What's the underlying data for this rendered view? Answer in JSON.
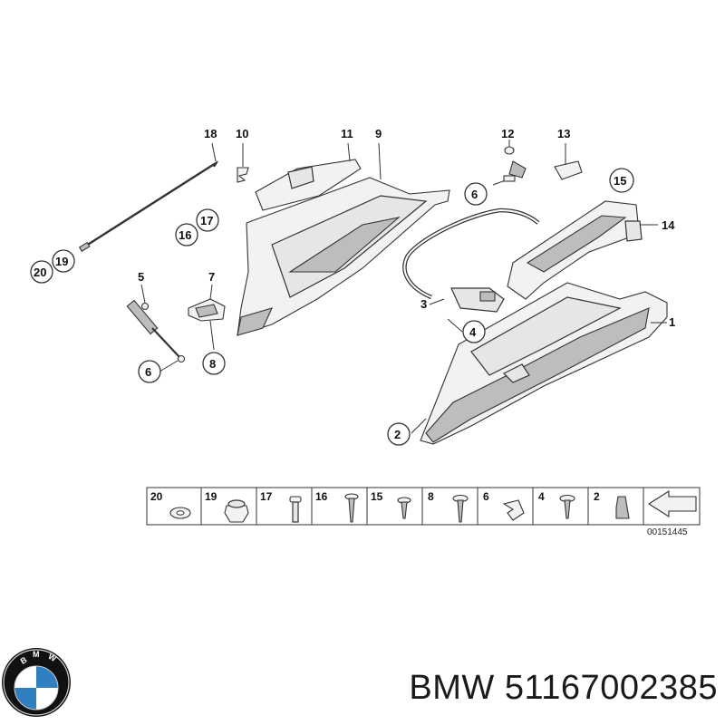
{
  "callouts": [
    "18",
    "10",
    "11",
    "9",
    "12",
    "13",
    "6",
    "15",
    "14",
    "17",
    "16",
    "19",
    "20",
    "5",
    "7",
    "3",
    "4",
    "1",
    "6",
    "8",
    "2"
  ],
  "strip": {
    "labels": [
      "20",
      "19",
      "17",
      "16",
      "15",
      "8",
      "6",
      "4",
      "2"
    ],
    "code": "00151445"
  },
  "caption": {
    "brand": "BMW",
    "part_number": "51167002385"
  },
  "logo": {
    "text": "BMW",
    "colors": {
      "blue": "#2f7fc1",
      "white": "#ffffff",
      "ring": "#111111"
    }
  }
}
